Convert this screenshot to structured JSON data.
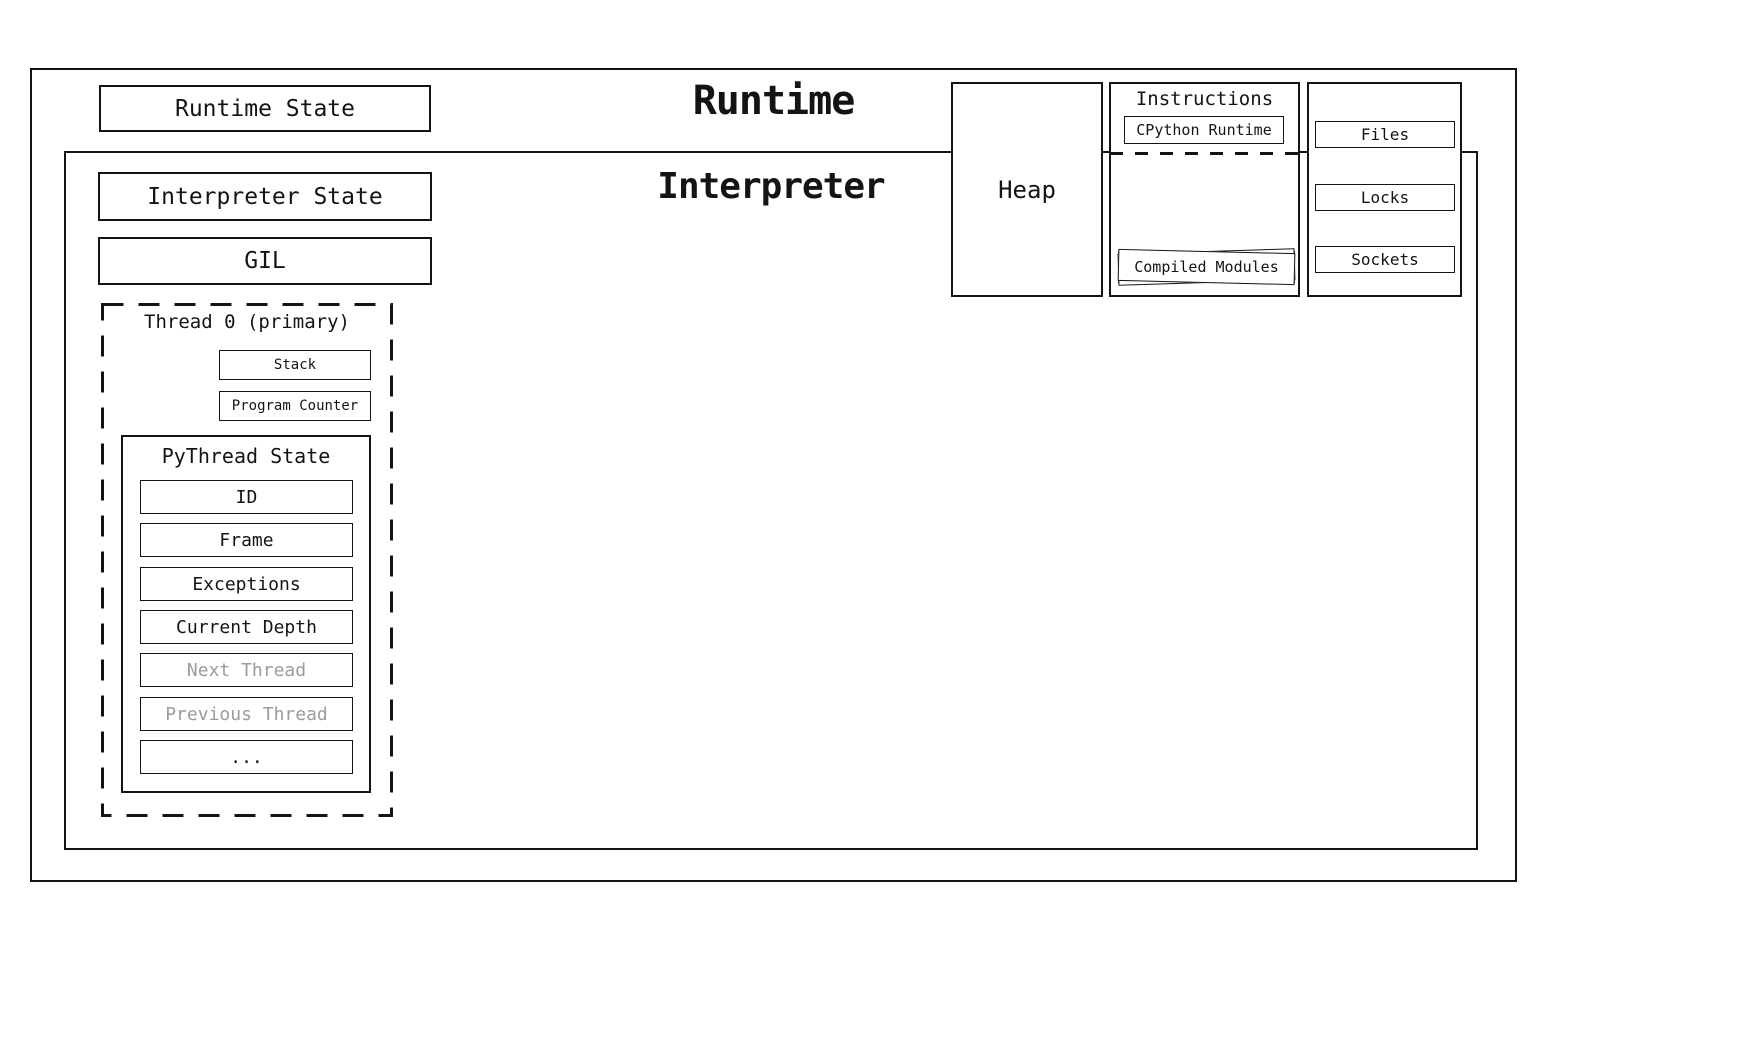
{
  "runtime": {
    "title": "Runtime",
    "state_label": "Runtime State"
  },
  "interpreter": {
    "title": "Interpreter",
    "state_label": "Interpreter State",
    "gil_label": "GIL"
  },
  "thread": {
    "title": "Thread 0 (primary)",
    "stack_label": "Stack",
    "program_counter_label": "Program Counter",
    "pythread_state": {
      "title": "PyThread State",
      "fields": [
        {
          "label": "ID",
          "muted": false
        },
        {
          "label": "Frame",
          "muted": false
        },
        {
          "label": "Exceptions",
          "muted": false
        },
        {
          "label": "Current Depth",
          "muted": false
        },
        {
          "label": "Next Thread",
          "muted": true
        },
        {
          "label": "Previous Thread",
          "muted": true
        },
        {
          "label": "...",
          "muted": false
        }
      ]
    }
  },
  "heap": {
    "label": "Heap"
  },
  "instructions": {
    "title": "Instructions",
    "cpython_runtime_label": "CPython Runtime",
    "compiled_modules_label": "Compiled Modules"
  },
  "resources": {
    "items": [
      {
        "label": "Files"
      },
      {
        "label": "Locks"
      },
      {
        "label": "Sockets"
      }
    ]
  },
  "colors": {
    "line": "#141414",
    "muted_text": "#9b9b9b",
    "background": "#ffffff"
  }
}
